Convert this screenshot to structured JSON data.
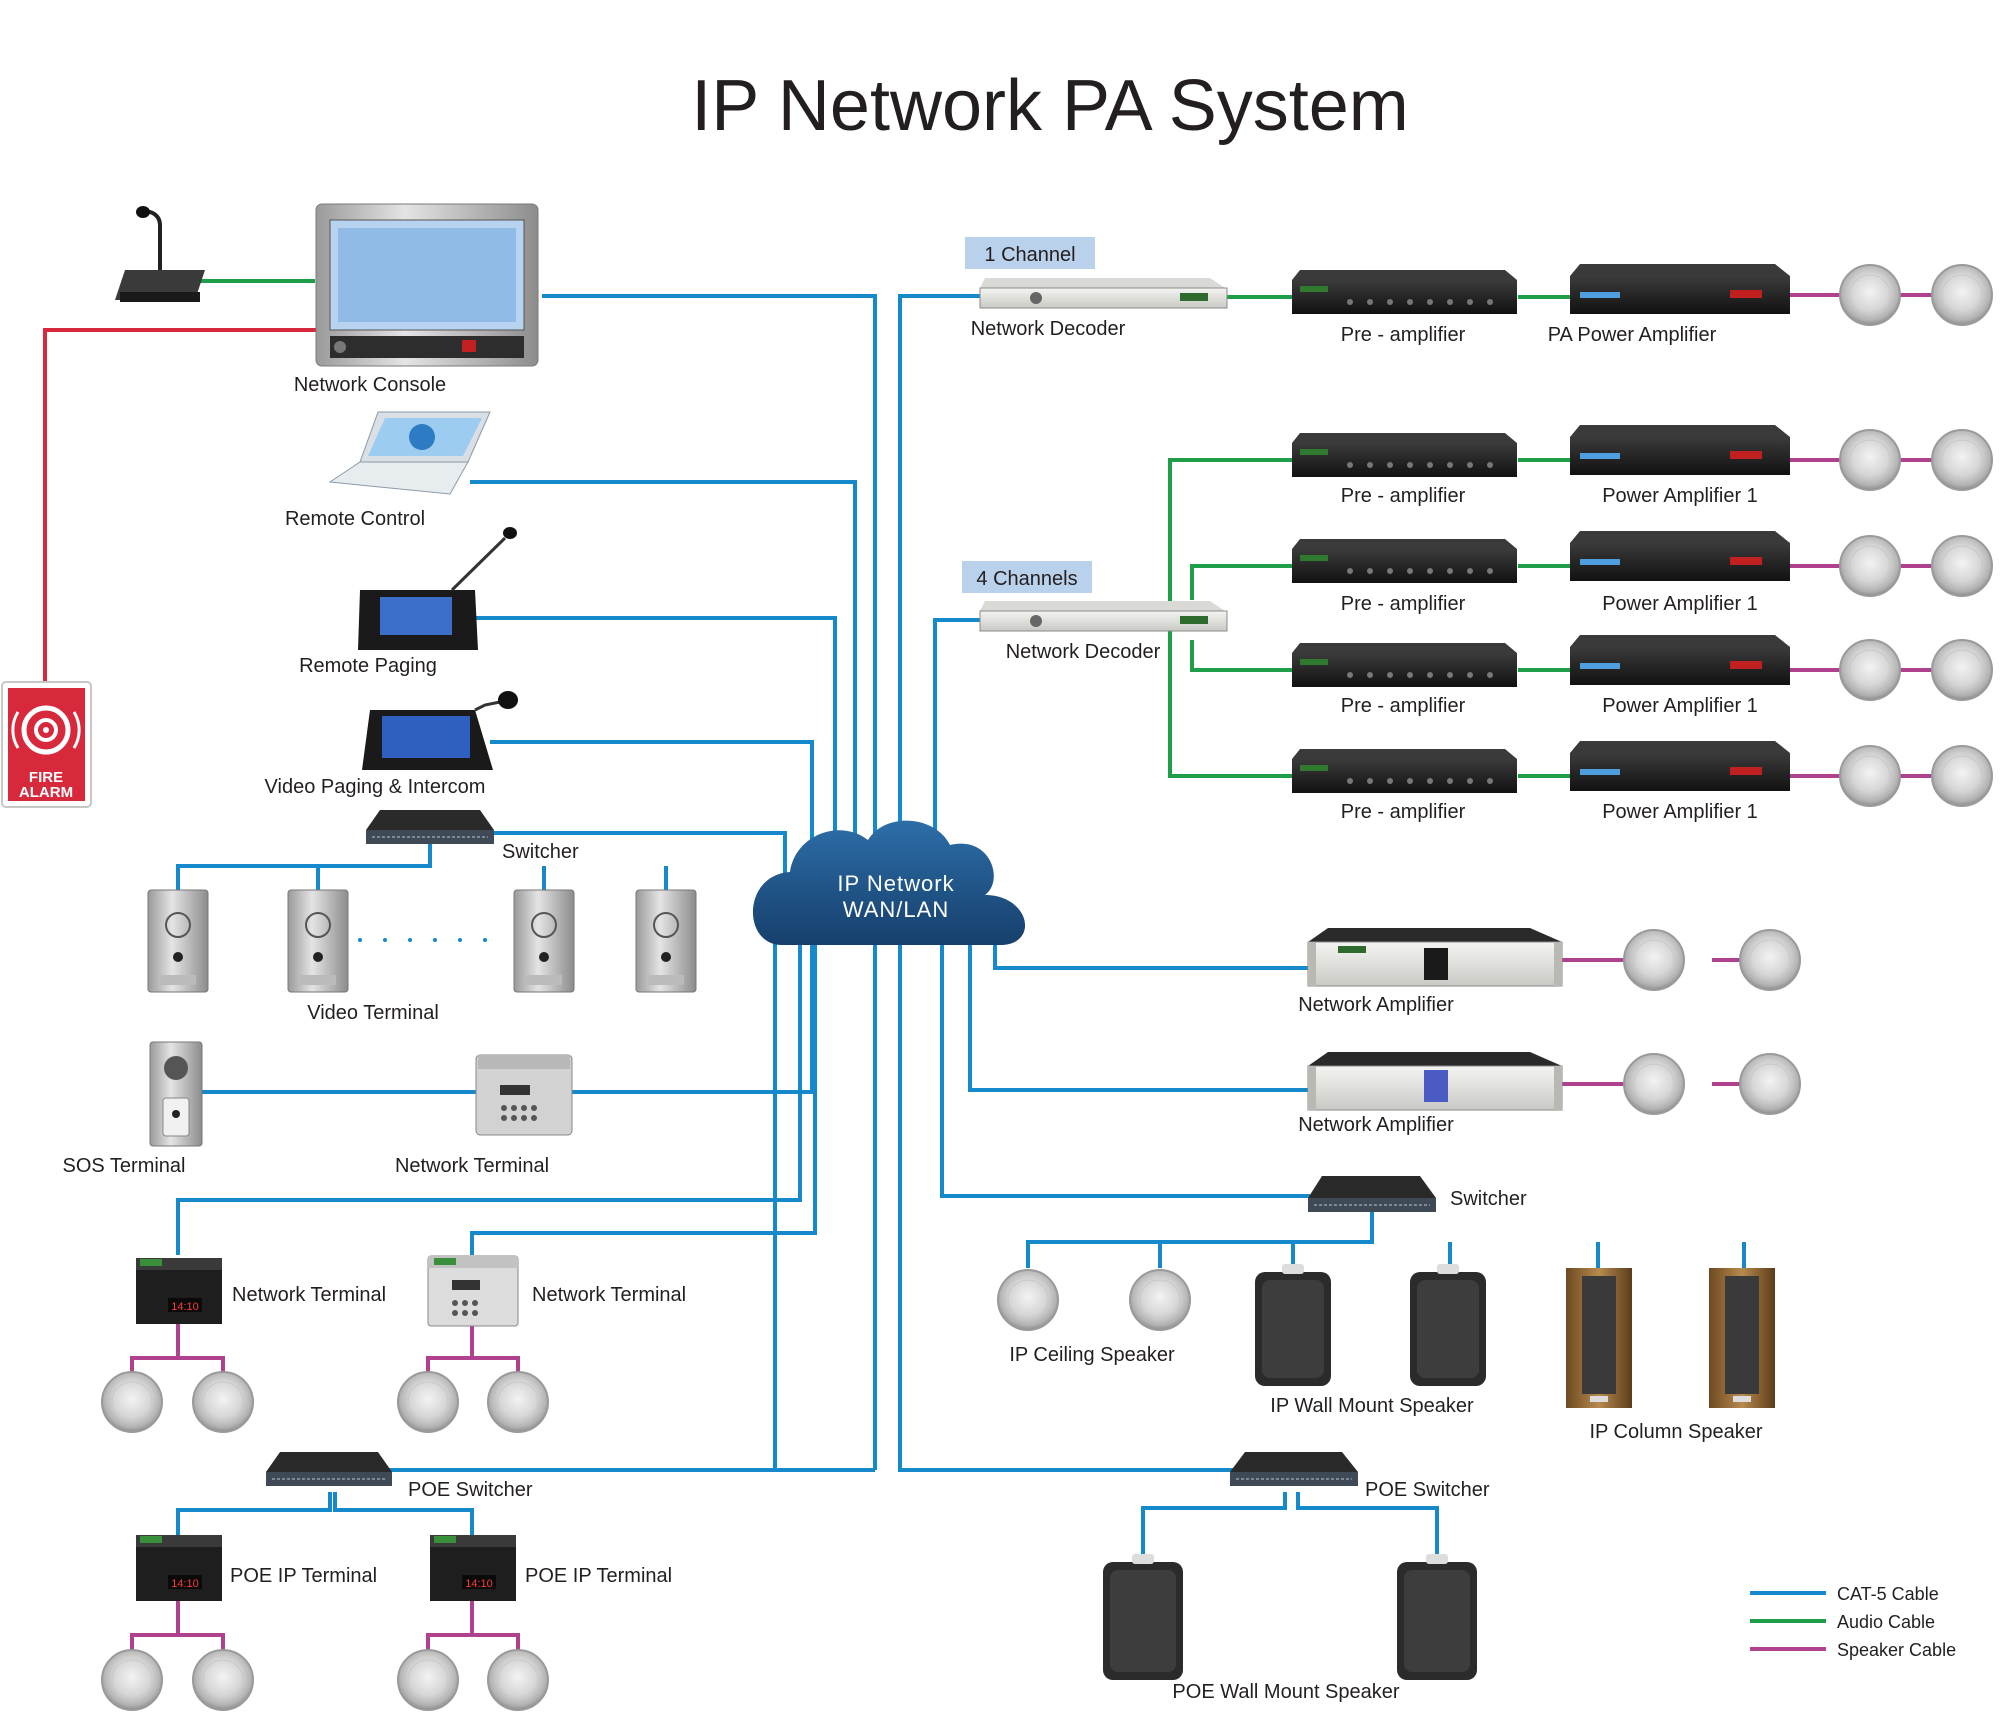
{
  "title": "IP Network PA System",
  "cloud": {
    "line1": "IP Network",
    "line2": "WAN/LAN"
  },
  "colors": {
    "cat5": "#1589c9",
    "audio": "#1e9e48",
    "speaker": "#b0418f",
    "fire": "#d8283c",
    "cloud": "#1b4f86"
  },
  "fire_alarm": {
    "line1": "FIRE",
    "line2": "ALARM"
  },
  "tags": {
    "one_channel": "1 Channel",
    "four_channels": "4 Channels"
  },
  "labels": {
    "network_console": "Network Console",
    "remote_control": "Remote Control",
    "remote_paging": "Remote Paging",
    "video_paging": "Video Paging & Intercom",
    "switcher_left": "Switcher",
    "video_terminal": "Video Terminal",
    "sos_terminal": "SOS Terminal",
    "network_terminal_mid": "Network Terminal",
    "network_terminal_a": "Network Terminal",
    "network_terminal_b": "Network Terminal",
    "poe_switcher_left": "POE Switcher",
    "poe_ip_terminal_a": "POE IP Terminal",
    "poe_ip_terminal_b": "POE IP Terminal",
    "network_decoder_1": "Network Decoder",
    "pre_amp_1": "Pre - amplifier",
    "pa_power_amp": "PA Power Amplifier",
    "network_decoder_4": "Network Decoder",
    "pre_amp_a": "Pre - amplifier",
    "pre_amp_b": "Pre - amplifier",
    "pre_amp_c": "Pre - amplifier",
    "pre_amp_d": "Pre - amplifier",
    "power_amp_a": "Power Amplifier 1",
    "power_amp_b": "Power Amplifier 1",
    "power_amp_c": "Power Amplifier 1",
    "power_amp_d": "Power Amplifier 1",
    "network_amp_a": "Network Amplifier",
    "network_amp_b": "Network Amplifier",
    "switcher_right": "Switcher",
    "ip_ceiling": "IP Ceiling Speaker",
    "ip_wall": "IP Wall Mount Speaker",
    "ip_column": "IP Column Speaker",
    "poe_switcher_right": "POE Switcher",
    "poe_wall": "POE Wall Mount Speaker"
  },
  "display_digits": "14:10",
  "legend": [
    {
      "label": "CAT-5 Cable",
      "color": "#1589c9"
    },
    {
      "label": "Audio Cable",
      "color": "#1e9e48"
    },
    {
      "label": "Speaker Cable",
      "color": "#b0418f"
    }
  ]
}
